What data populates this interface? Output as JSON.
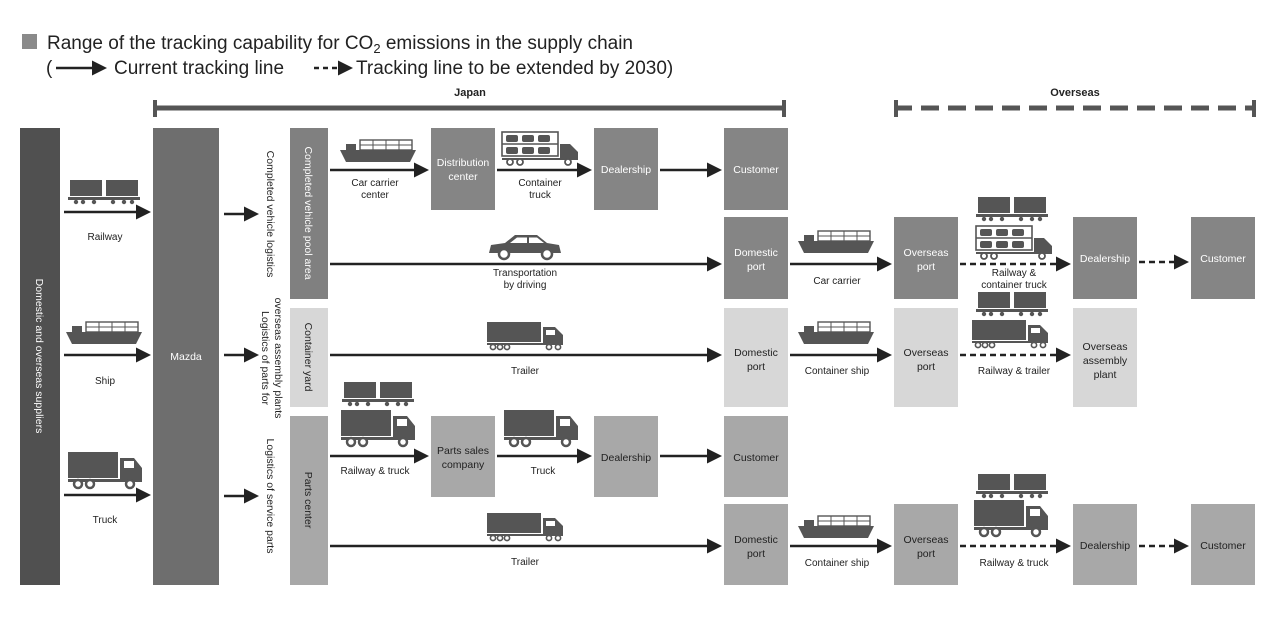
{
  "title": {
    "line1_a": "Range of the tracking capability for CO",
    "line1_sub": "2",
    "line1_b": " emissions in the supply chain",
    "line2_open": "(",
    "line2_current": "Current tracking line",
    "line2_extended": "Tracking line to be extended by 2030)"
  },
  "regions": {
    "japan": "Japan",
    "overseas": "Overseas"
  },
  "columns": {
    "suppliers": "Domestic and overseas suppliers",
    "mazda": "Mazda"
  },
  "inbound": {
    "railway": "Railway",
    "ship": "Ship",
    "truck": "Truck"
  },
  "streams": {
    "completed_vehicle": "Completed vehicle logistics",
    "parts_overseas_1": "Logistics of parts for",
    "parts_overseas_2": "overseas assembly plants",
    "service_parts": "Logistics of service parts"
  },
  "pools": {
    "completed_pool": "Completed vehicle pool area",
    "container_yard": "Container yard",
    "parts_center": "Parts center"
  },
  "row1": {
    "car_carrier_center_1": "Car carrier",
    "car_carrier_center_2": "center",
    "distribution_1": "Distribution",
    "distribution_2": "center",
    "container_truck_1": "Container",
    "container_truck_2": "truck",
    "dealership": "Dealership",
    "customer": "Customer"
  },
  "row2": {
    "driving_1": "Transportation",
    "driving_2": "by driving",
    "domestic_port_1": "Domestic",
    "domestic_port_2": "port",
    "car_carrier": "Car carrier",
    "overseas_port_1": "Overseas",
    "overseas_port_2": "port",
    "rail_truck_1": "Railway &",
    "rail_truck_2": "container truck",
    "dealership": "Dealership",
    "customer": "Customer"
  },
  "row3": {
    "trailer": "Trailer",
    "domestic_port_1": "Domestic",
    "domestic_port_2": "port",
    "container_ship": "Container ship",
    "overseas_port_1": "Overseas",
    "overseas_port_2": "port",
    "rail_trailer": "Railway & trailer",
    "assembly_1": "Overseas",
    "assembly_2": "assembly",
    "assembly_3": "plant"
  },
  "row4": {
    "rail_truck": "Railway & truck",
    "parts_sales_1": "Parts sales",
    "parts_sales_2": "company",
    "truck": "Truck",
    "dealership": "Dealership",
    "customer": "Customer"
  },
  "row5": {
    "trailer": "Trailer",
    "domestic_port_1": "Domestic",
    "domestic_port_2": "port",
    "container_ship": "Container ship",
    "overseas_port_1": "Overseas",
    "overseas_port_2": "port",
    "rail_truck": "Railway & truck",
    "dealership": "Dealership",
    "customer": "Customer"
  },
  "colors": {
    "dark": "#505050",
    "medium": "#6e6e6e",
    "box": "#858585",
    "light": "#a8a8a8",
    "pale": "#d7d7d7",
    "line": "#222222",
    "legend_square": "#8a8a8a"
  },
  "icons": [
    "railcar-icon",
    "ship-icon",
    "truck-icon",
    "car-icon",
    "trailer-icon",
    "car-transporter-icon",
    "arrow-icon"
  ]
}
